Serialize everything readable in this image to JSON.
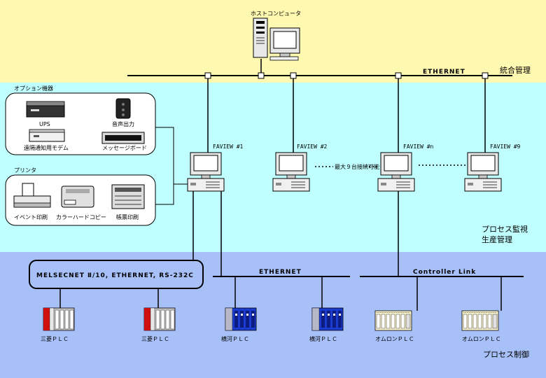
{
  "zones": {
    "mgmt": {
      "label": "統合管理",
      "color": "#fff8b0"
    },
    "monitor": {
      "labels": [
        "プロセス監視",
        "生産管理"
      ],
      "color": "#c0ffff"
    },
    "control": {
      "label": "プロセス制御",
      "color": "#a8c0f8"
    }
  },
  "host": {
    "label": "ホストコンピュータ"
  },
  "networks": {
    "top": "ETHERNET",
    "middle": "ETHERNET",
    "controller": "Controller Link",
    "melsec": "MELSECNET Ⅱ/10, ETHERNET, RS-232C"
  },
  "options": {
    "title": "オプション機器",
    "items": [
      "UPS",
      "音声出力",
      "遠隔通知用モデム",
      "メッセージボード"
    ]
  },
  "printers": {
    "title": "プリンタ",
    "items": [
      "イベント印刷",
      "カラーハードコピー",
      "帳票印刷"
    ]
  },
  "faview": {
    "units": [
      "FAVIEW #1",
      "FAVIEW #2",
      "FAVIEW #n",
      "FAVIEW #9"
    ],
    "note": "最大９台接続可能"
  },
  "plcs": [
    "三菱ＰＬＣ",
    "三菱ＰＬＣ",
    "横河ＰＬＣ",
    "横河ＰＬＣ",
    "オムロンＰＬＣ",
    "オムロンＰＬＣ"
  ]
}
